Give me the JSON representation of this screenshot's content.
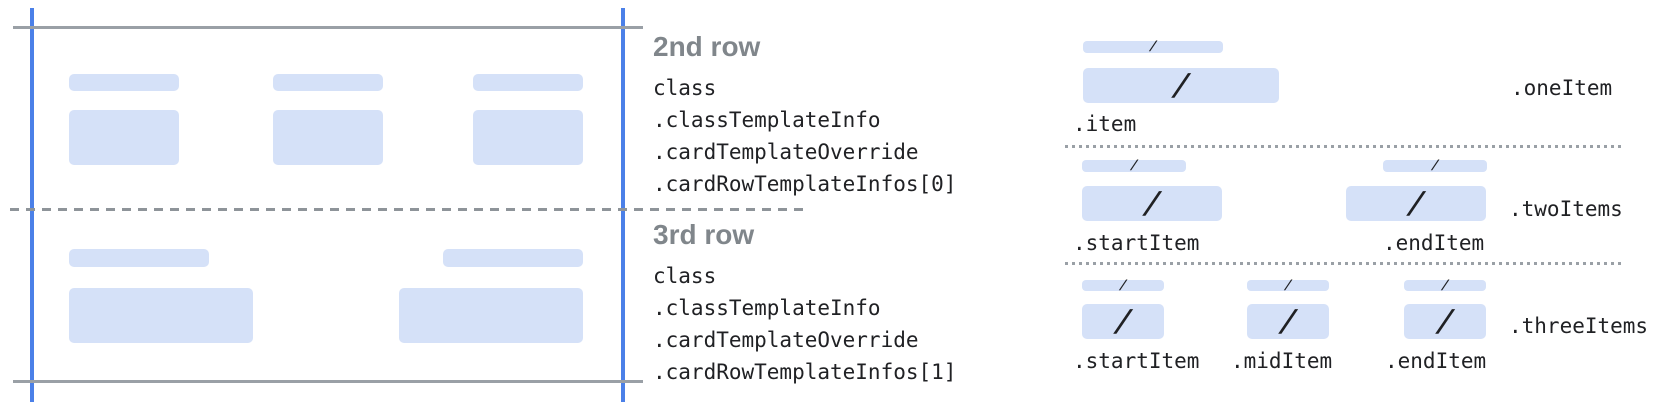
{
  "glyphs": {
    "slash": "/"
  },
  "colors": {
    "guide_blue": "#4B80E8",
    "guide_gray": "#9AA0A6",
    "bar_fill": "#D5E1F8",
    "heading_gray": "#80868B",
    "code_text": "#202124"
  },
  "annotations": [
    {
      "heading": "2nd row",
      "code_lines": [
        "class",
        ".classTemplateInfo",
        ".cardTemplateOverride",
        ".cardRowTemplateInfos[0]"
      ]
    },
    {
      "heading": "3rd row",
      "code_lines": [
        "class",
        ".classTemplateInfo",
        ".cardTemplateOverride",
        ".cardRowTemplateInfos[1]"
      ]
    }
  ],
  "item_layouts": [
    {
      "layout_label": ".oneItem",
      "item_labels": [
        ".item"
      ]
    },
    {
      "layout_label": ".twoItems",
      "item_labels": [
        ".startItem",
        ".endItem"
      ]
    },
    {
      "layout_label": ".threeItems",
      "item_labels": [
        ".startItem",
        ".midItem",
        ".endItem"
      ]
    }
  ]
}
